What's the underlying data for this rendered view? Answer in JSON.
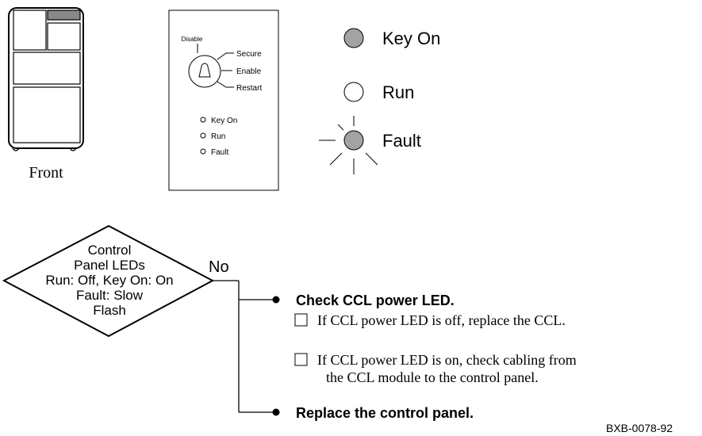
{
  "cabinet": {
    "caption": "Front"
  },
  "control_panel": {
    "key_labels": {
      "disable": "Disable",
      "secure": "Secure",
      "enable": "Enable",
      "restart": "Restart"
    },
    "leds": [
      {
        "label": "Key On"
      },
      {
        "label": "Run"
      },
      {
        "label": "Fault"
      }
    ]
  },
  "legend": {
    "key_on": "Key On",
    "run": "Run",
    "fault": "Fault"
  },
  "colors": {
    "led_on": "#a3a3a3",
    "led_off": "#ffffff",
    "line": "#000000",
    "cabinet_accent": "#888888"
  },
  "decision": {
    "lines": [
      "Control",
      "Panel LEDs",
      "Run: Off, Key On: On",
      "Fault: Slow",
      "Flash"
    ],
    "no_label": "No"
  },
  "actions": {
    "step1_title": "Check CCL power LED.",
    "step1_items": [
      {
        "lines": [
          "If CCL power LED is off, replace the CCL."
        ]
      },
      {
        "lines": [
          "If CCL power LED is on, check cabling from",
          "the CCL module to the control panel."
        ]
      }
    ],
    "step2_title": "Replace the control panel."
  },
  "figure_id": "BXB-0078-92"
}
